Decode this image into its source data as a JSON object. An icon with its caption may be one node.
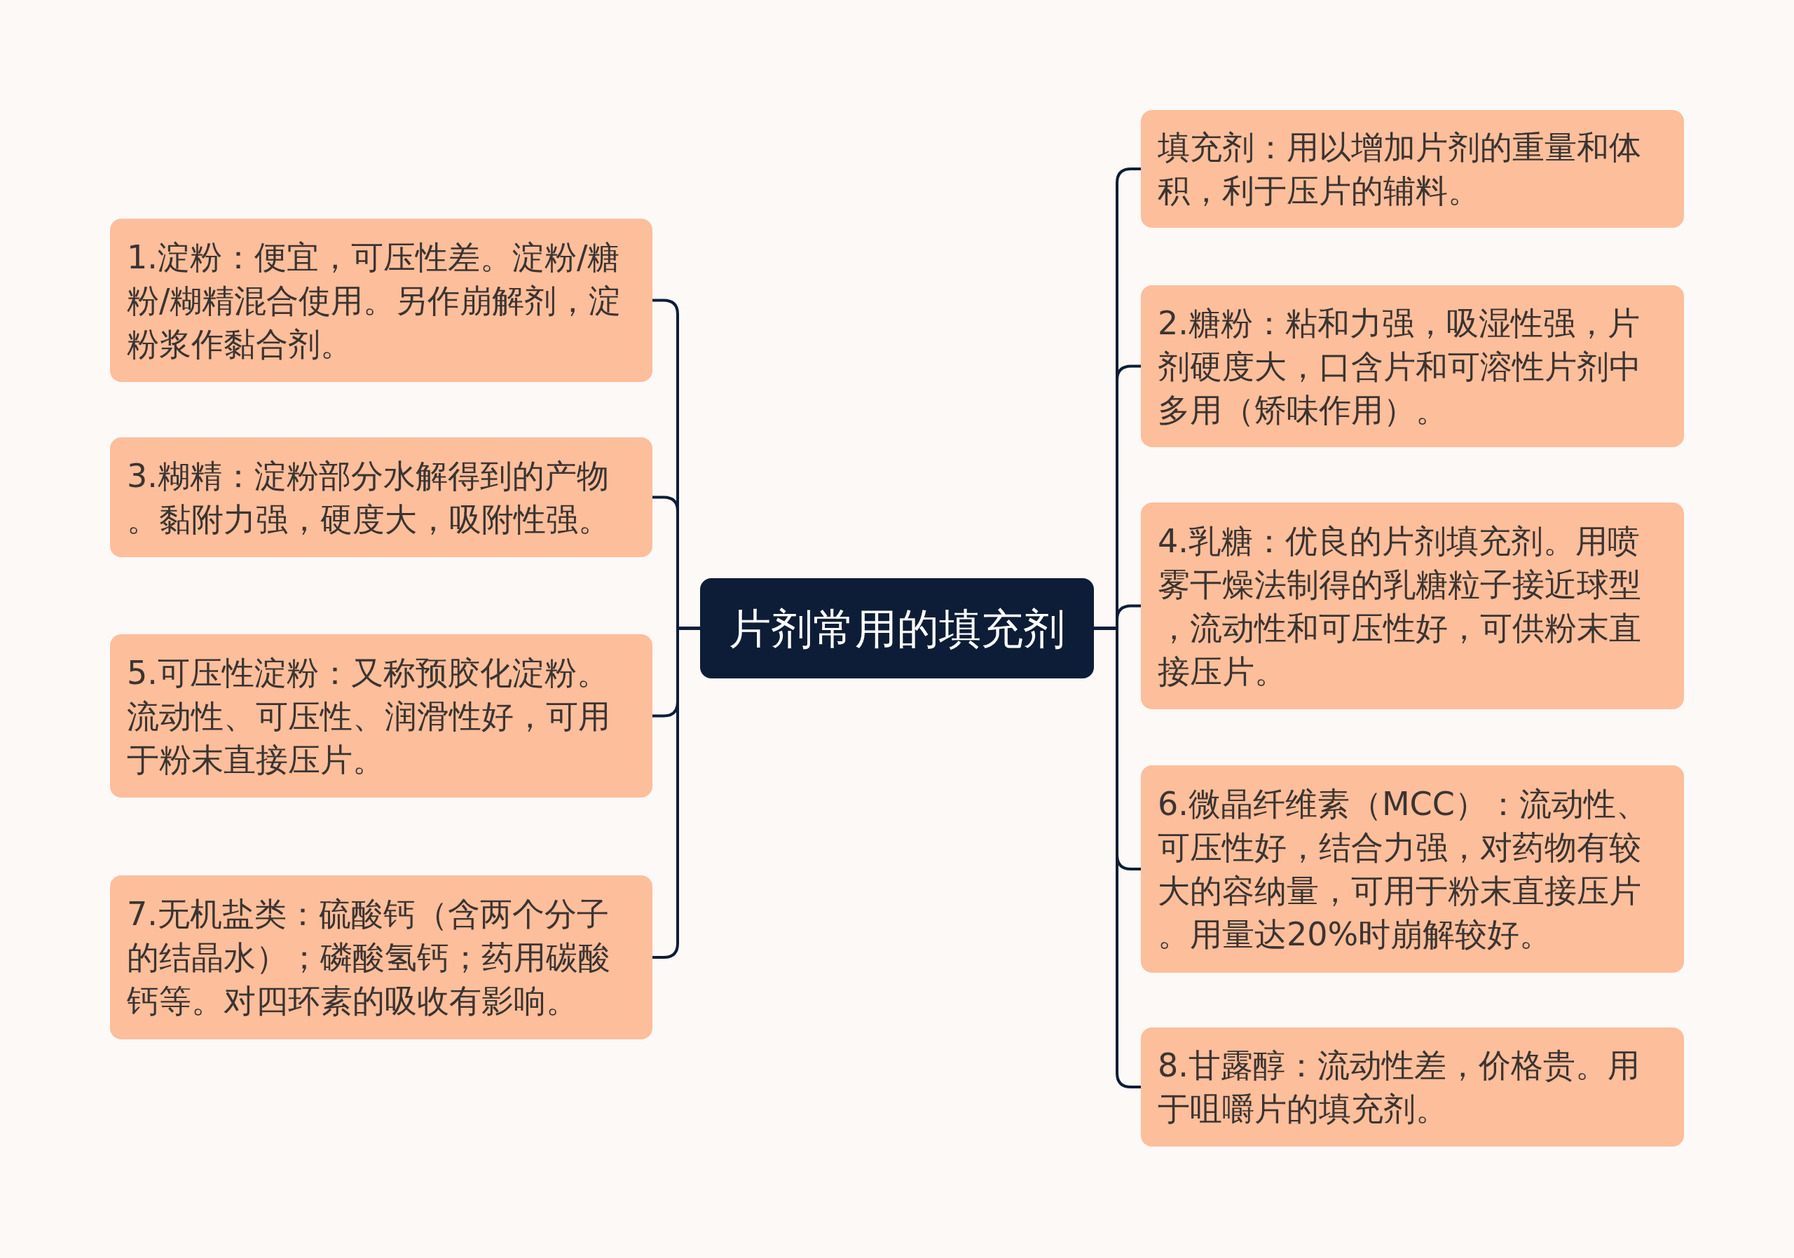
{
  "diagram": {
    "nodes": [
      {
        "text": [
          "片剂常用的填充剂"
        ]
      },
      {
        "text": [
          "填充剂：用以增加片剂的重量和体积，利于压片的辅料。"
        ]
      },
      {
        "text": [
          "1.淀粉：便宜，可压性差。淀粉/糖粉/糊精混合使用。另作崩解剂，淀粉浆作黏合剂。"
        ]
      },
      {
        "text": [
          "2.糖粉：粘和力强，吸湿性强，片剂硬度大，口含片和可溶性片剂中多用（矫味作用）。"
        ]
      },
      {
        "text": [
          "3.糊精：淀粉部分水解得到的产物。黏附力强，硬度大，吸附性强。"
        ]
      },
      {
        "text": [
          "4.乳糖：优良的片剂填充剂。用喷雾干燥法制得的乳糖粒子接近球型，流动性和可压性好，可供粉末直接压片。"
        ]
      },
      {
        "text": [
          "5.可压性淀粉：又称预胶化淀粉。流动性、可压性、润滑性好，可用于粉末直接压片。"
        ]
      },
      {
        "text": [
          "6.微晶纤维素（MCC）：流动性、可压性好，结合力强，对药物有较大的容纳量，可用于粉末直接压片。用量达20%时崩解较好。"
        ]
      },
      {
        "text": [
          "7.无机盐类：硫酸钙（含两个分子的结晶水）；磷酸氢钙；药用碳酸钙等。对四环素的吸收有影响。"
        ]
      },
      {
        "text": [
          "8.甘露醇：流动性差，价格贵。用于咀嚼片的填充剂。"
        ]
      }
    ],
    "edges": [
      {
        "from": 0,
        "to": 1,
        "arrow": "none"
      },
      {
        "from": 0,
        "to": 2,
        "arrow": "none"
      },
      {
        "from": 0,
        "to": 3,
        "arrow": "none"
      },
      {
        "from": 0,
        "to": 4,
        "arrow": "none"
      },
      {
        "from": 0,
        "to": 5,
        "arrow": "none"
      },
      {
        "from": 0,
        "to": 6,
        "arrow": "none"
      },
      {
        "from": 0,
        "to": 7,
        "arrow": "none"
      },
      {
        "from": 0,
        "to": 8,
        "arrow": "none"
      },
      {
        "from": 0,
        "to": 9,
        "arrow": "none"
      }
    ]
  }
}
